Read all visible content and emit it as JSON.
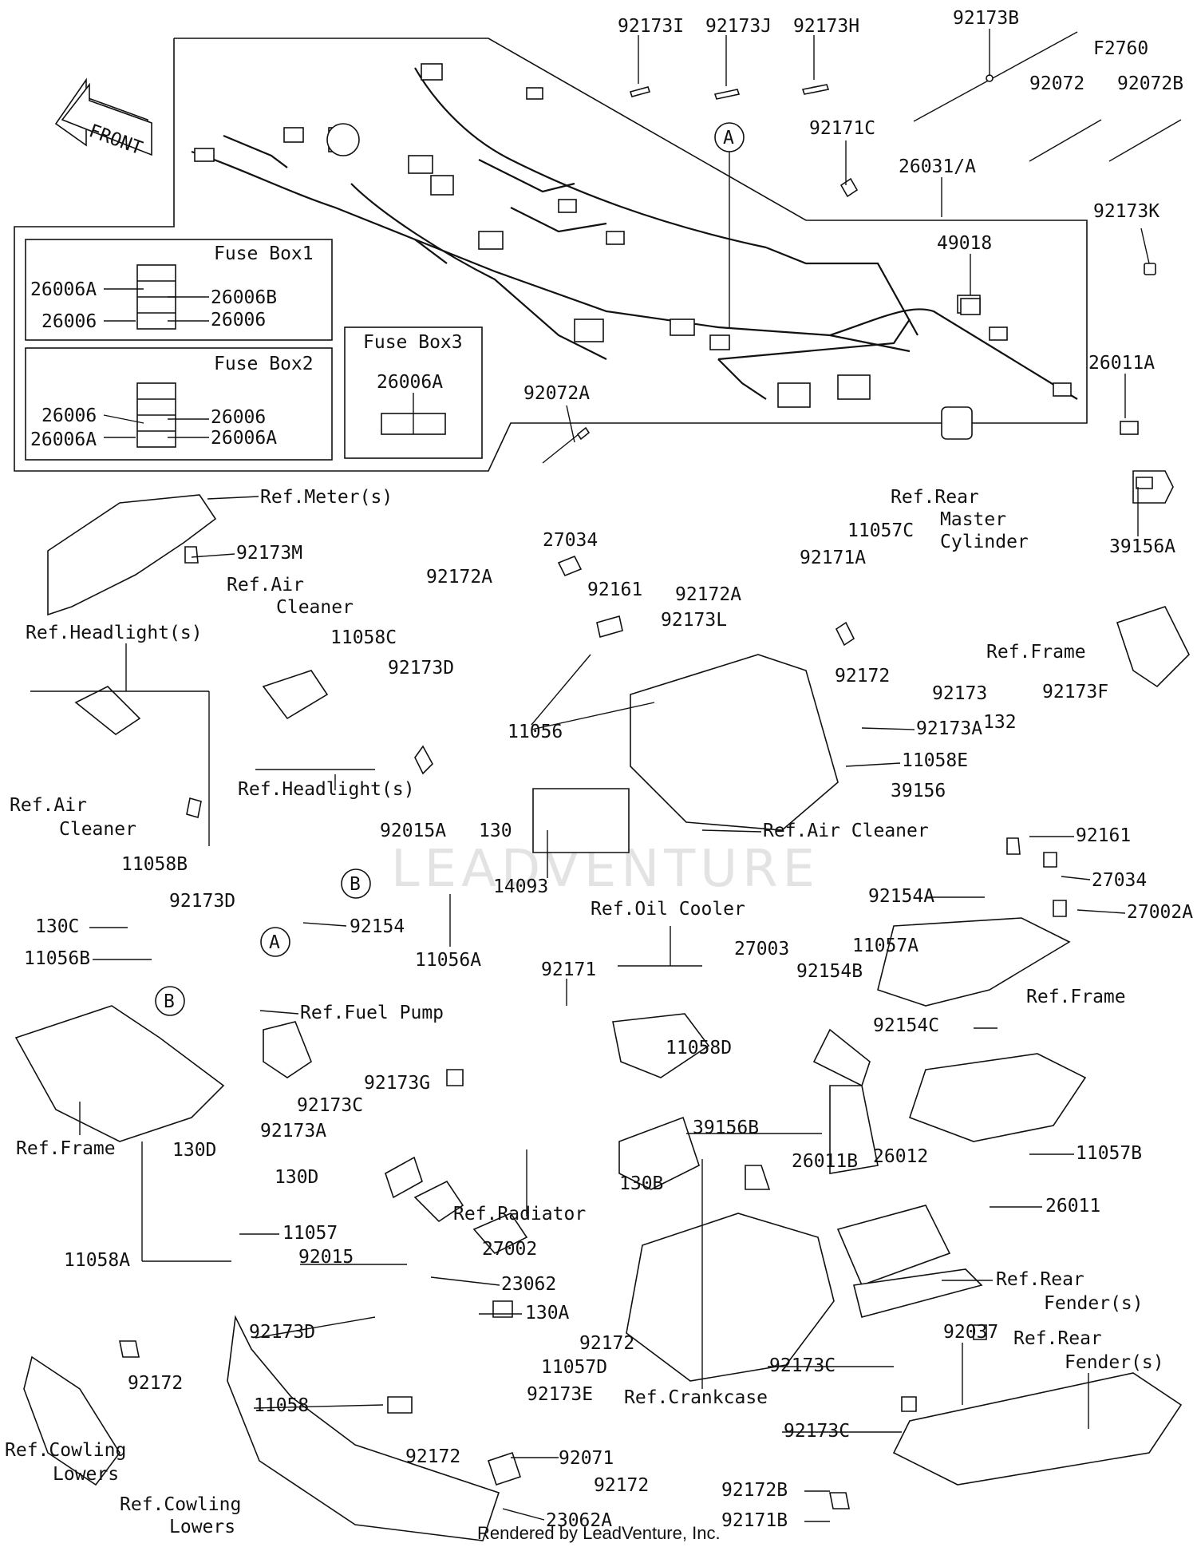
{
  "diagram_code": "F2760",
  "front_label": "FRONT",
  "watermark": "LEADVENTURE",
  "footer": "Rendered by LeadVenture, Inc.",
  "fuse_boxes": [
    {
      "title": "Fuse Box1",
      "left_labels": [
        "26006A",
        "26006"
      ],
      "right_labels": [
        "26006B",
        "26006"
      ]
    },
    {
      "title": "Fuse Box2",
      "left_labels": [
        "26006",
        "26006A"
      ],
      "right_labels": [
        "26006",
        "26006A"
      ]
    },
    {
      "title": "Fuse Box3",
      "center_label": "26006A"
    }
  ],
  "callouts": {
    "A": "A",
    "B": "B"
  },
  "part_labels": [
    "92173I",
    "92173J",
    "92173H",
    "92173B",
    "92072",
    "92072B",
    "92171C",
    "26031/A",
    "92173K",
    "49018",
    "26011A",
    "39156A",
    "92072A",
    "Ref.Meter(s)",
    "92173M",
    "Ref.Rear",
    "Master",
    "Cylinder",
    "11057C",
    "92171A",
    "27034",
    "92161",
    "92172A",
    "92172A",
    "92173L",
    "92172",
    "92173",
    "Ref.Frame",
    "92173F",
    "132",
    "Ref.Air",
    "Cleaner",
    "11058C",
    "92173D",
    "Ref.Headlight(s)",
    "Ref.Headlight(s)",
    "Ref.Air",
    "Cleaner",
    "11058B",
    "92173D",
    "11056",
    "92173A",
    "11058E",
    "39156",
    "Ref.Air Cleaner",
    "14093",
    "92015A",
    "130",
    "11056A",
    "92161",
    "27034",
    "27002A",
    "92154A",
    "11057A",
    "Ref.Frame",
    "92154C",
    "11057B",
    "130C",
    "11056B",
    "92154",
    "Ref.Fuel Pump",
    "Ref.Frame",
    "Ref.Oil Cooler",
    "27003",
    "92154B",
    "11058D",
    "39156B",
    "92171",
    "92173G",
    "92173C",
    "92173A",
    "Ref.Radiator",
    "130D",
    "130D",
    "11057",
    "11058A",
    "92172",
    "Ref.Cowling",
    "Lowers",
    "27002",
    "92015",
    "23062",
    "130A",
    "92173D",
    "92172",
    "11057D",
    "92173E",
    "11058",
    "92172",
    "92071",
    "92172",
    "23062A",
    "Ref.Cowling",
    "Lowers",
    "130B",
    "26011B",
    "26012",
    "26011",
    "Ref.Rear",
    "Fender(s)",
    "Ref.Crankcase",
    "92037",
    "Ref.Rear",
    "Fender(s)",
    "92173C",
    "92173C",
    "92172B",
    "92171B"
  ]
}
